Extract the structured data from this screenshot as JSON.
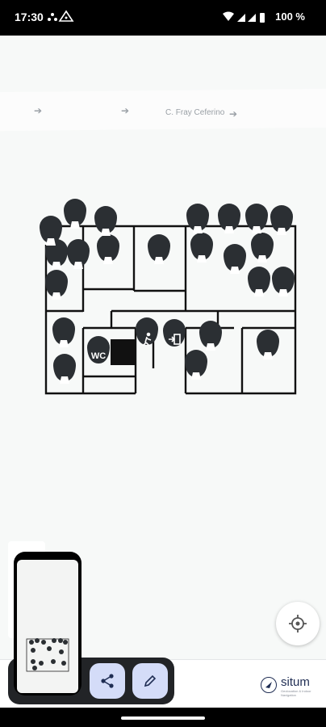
{
  "status_bar": {
    "time": "17:30",
    "battery_text": "100 %"
  },
  "map": {
    "street_name": "C. Fray Ceferino",
    "poi_label_wc": "WC"
  },
  "brand": {
    "name": "situm",
    "tagline": "Geolocation & Indoor Navigation"
  },
  "icons": {
    "locate": "gps-crosshair-icon",
    "share": "share-icon",
    "edit": "pencil-icon",
    "poi": "cone-marker-icon",
    "exit": "exit-door-icon",
    "emergency": "running-person-icon"
  },
  "colors": {
    "marker": "#2b2f33",
    "accent_button": "#d4dcf8",
    "brand": "#1f2d53"
  }
}
